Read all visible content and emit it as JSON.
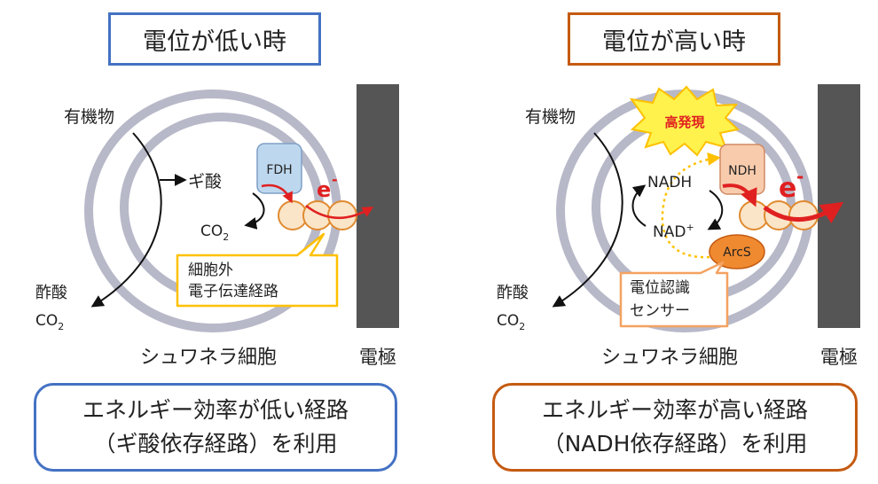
{
  "colors": {
    "blue": "#4472c4",
    "orange": "#c55a11",
    "cell_ring": "#b7b8c8",
    "electrode": "#555555",
    "fdh_fill": "#bdd7ee",
    "ndh_fill": "#f8cbad",
    "cytochrome": "#fbe5c8",
    "arrow_red": "#e02020",
    "callout_yellow": "#ffc000",
    "burst_yellow": "#fff24d"
  },
  "left": {
    "title": "電位が低い時",
    "organic": "有機物",
    "formate": "ギ酸",
    "co2": "CO",
    "co2_sub": "2",
    "acetate": "酢酸",
    "co2_out": "CO",
    "co2_out_sub": "2",
    "enzyme": "FDH",
    "electron": "e",
    "electron_sup": "-",
    "callout_line1": "細胞外",
    "callout_line2": "電子伝達経路",
    "cell_label": "シュワネラ細胞",
    "electrode_label": "電極",
    "summary_line1": "エネルギー効率が低い経路",
    "summary_line2": "（ギ酸依存経路）を利用"
  },
  "right": {
    "title": "電位が高い時",
    "organic": "有機物",
    "nadh": "NADH",
    "nad": "NAD",
    "nad_sup": "+",
    "acetate": "酢酸",
    "co2_out": "CO",
    "co2_out_sub": "2",
    "enzyme": "NDH",
    "sensor_protein": "ArcS",
    "burst_label": "高発現",
    "electron": "e",
    "electron_sup": "-",
    "callout_line1": "電位認識",
    "callout_line2": "センサー",
    "cell_label": "シュワネラ細胞",
    "electrode_label": "電極",
    "summary_line1": "エネルギー効率が高い経路",
    "summary_line2": "（NADH依存経路）を利用"
  }
}
